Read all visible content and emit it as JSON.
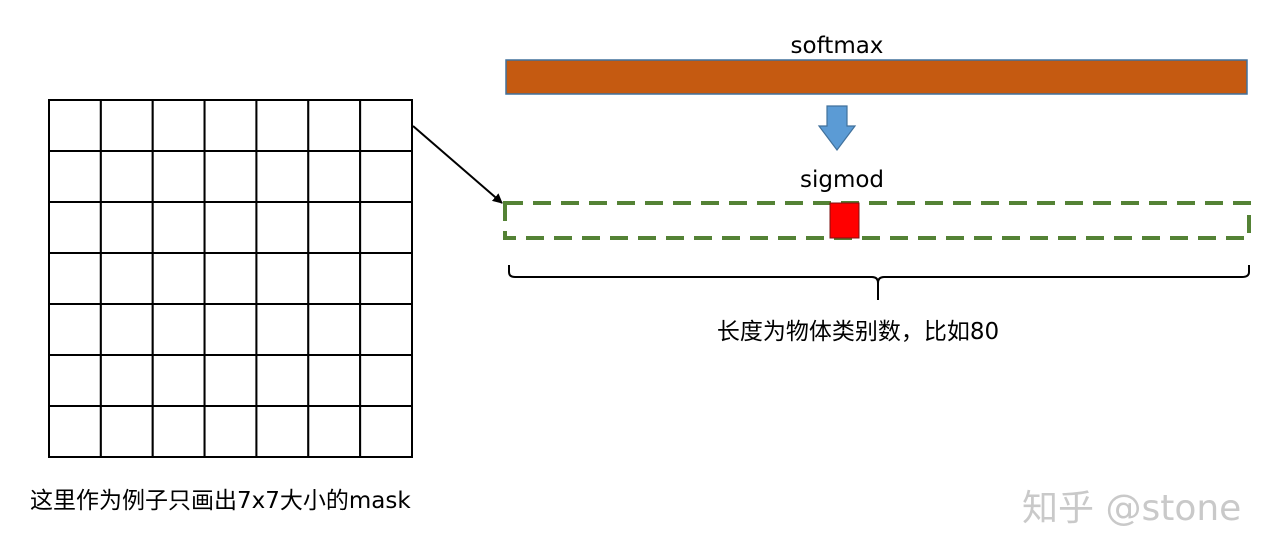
{
  "grid": {
    "rows": 7,
    "cols": 7
  },
  "labels": {
    "softmax": "softmax",
    "sigmod": "sigmod",
    "length_note": "长度为物体类别数，比如80",
    "grid_caption": "这里作为例子只画出7x7大小的mask"
  },
  "watermark": "知乎 @stone",
  "colors": {
    "softmax_bar": "#c55a11",
    "down_arrow": "#5b9bd5",
    "dashed_box": "#548235",
    "highlight_cell": "#ff0000"
  }
}
